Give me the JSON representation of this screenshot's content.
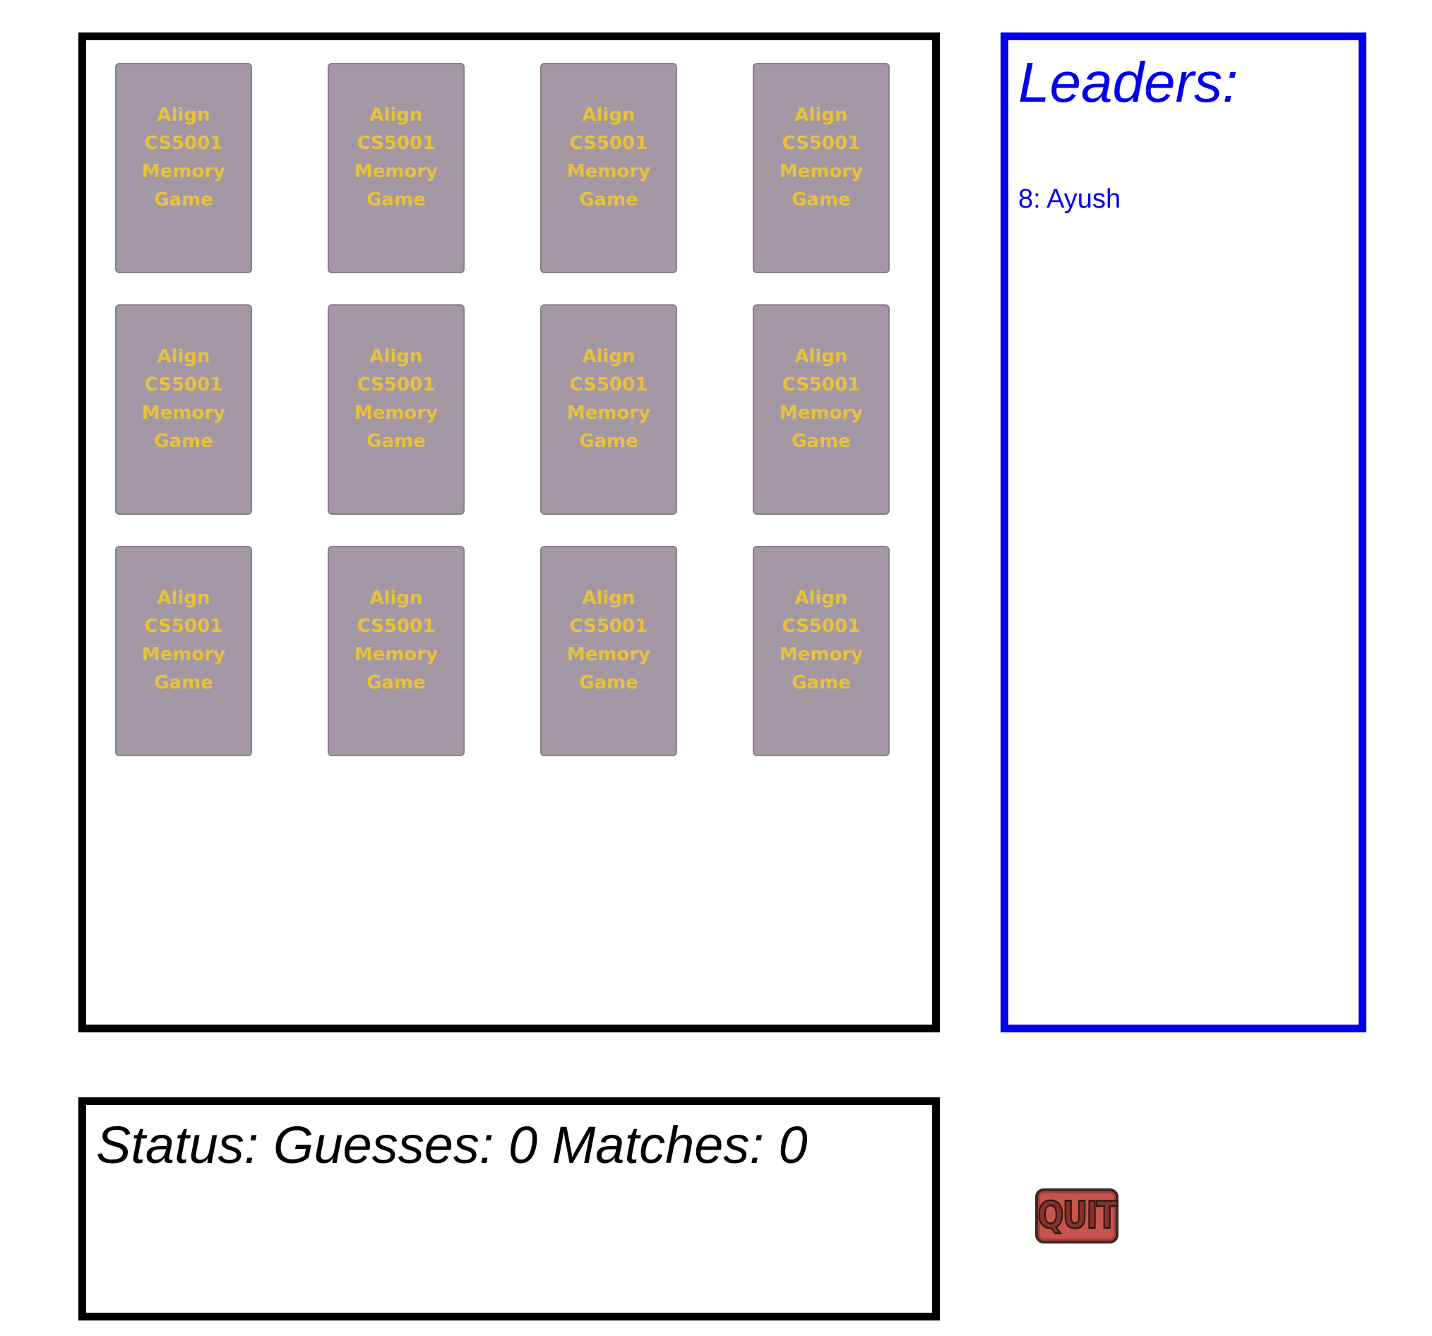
{
  "board": {
    "cards": [
      {
        "lines": [
          "Align",
          "CS5001",
          "Memory",
          "Game"
        ]
      },
      {
        "lines": [
          "Align",
          "CS5001",
          "Memory",
          "Game"
        ]
      },
      {
        "lines": [
          "Align",
          "CS5001",
          "Memory",
          "Game"
        ]
      },
      {
        "lines": [
          "Align",
          "CS5001",
          "Memory",
          "Game"
        ]
      },
      {
        "lines": [
          "Align",
          "CS5001",
          "Memory",
          "Game"
        ]
      },
      {
        "lines": [
          "Align",
          "CS5001",
          "Memory",
          "Game"
        ]
      },
      {
        "lines": [
          "Align",
          "CS5001",
          "Memory",
          "Game"
        ]
      },
      {
        "lines": [
          "Align",
          "CS5001",
          "Memory",
          "Game"
        ]
      },
      {
        "lines": [
          "Align",
          "CS5001",
          "Memory",
          "Game"
        ]
      },
      {
        "lines": [
          "Align",
          "CS5001",
          "Memory",
          "Game"
        ]
      },
      {
        "lines": [
          "Align",
          "CS5001",
          "Memory",
          "Game"
        ]
      },
      {
        "lines": [
          "Align",
          "CS5001",
          "Memory",
          "Game"
        ]
      }
    ],
    "card_back_color": "#a598a5",
    "card_text_color": "#e6c23a",
    "border_color": "#000000"
  },
  "leaders": {
    "title": "Leaders:",
    "entries": [
      "8: Ayush"
    ],
    "color": "#0000ee"
  },
  "status": {
    "text": "Status: Guesses: 0 Matches: 0"
  },
  "quit": {
    "label": "QUIT",
    "icon": "quit-button-image",
    "color": "#c8544c"
  }
}
